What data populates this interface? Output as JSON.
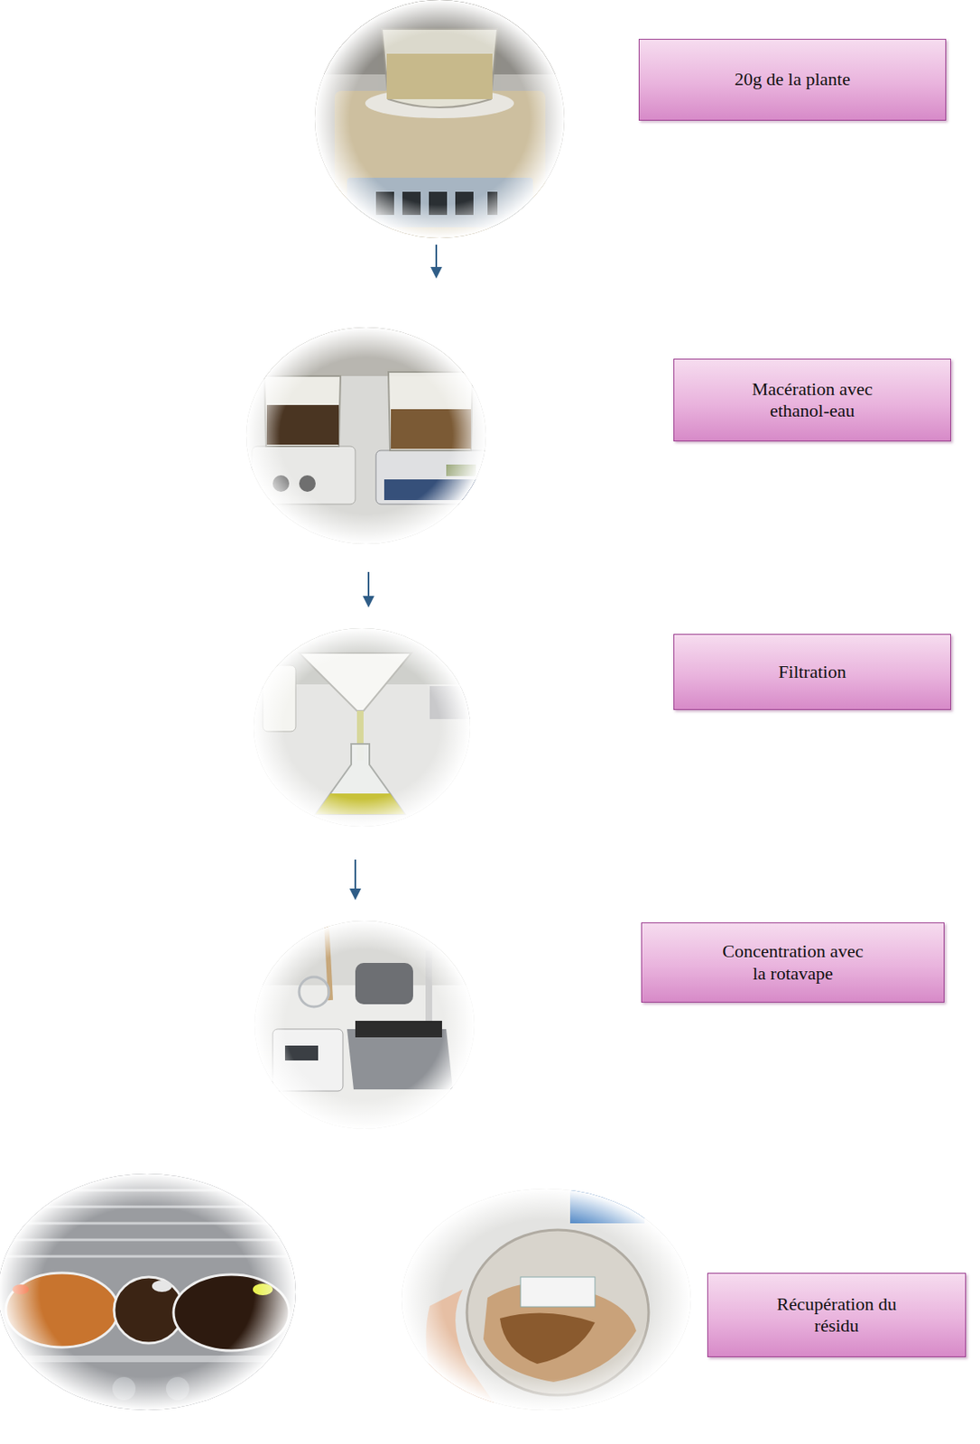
{
  "diagram": {
    "nodes": [
      {
        "text": [
          "20g de la plante"
        ]
      },
      {
        "text": [
          "Macération avec ethanol-eau"
        ]
      },
      {
        "text": [
          "Filtration"
        ]
      },
      {
        "text": [
          "Concentration avec la rotavape"
        ]
      },
      {
        "text": [
          "Récupération du résidu"
        ]
      }
    ]
  }
}
